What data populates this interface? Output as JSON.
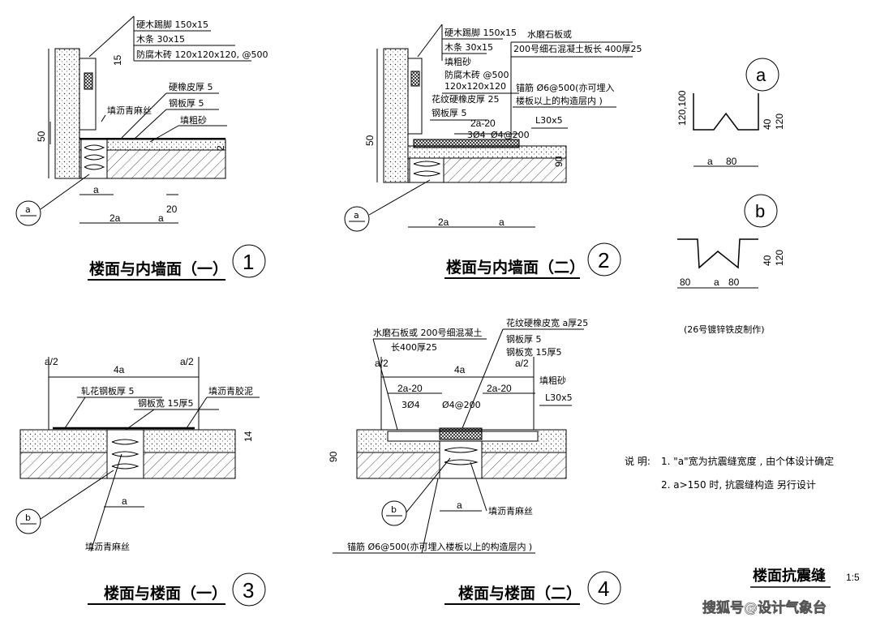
{
  "diagram1": {
    "caption": "楼面与内墙面（一）",
    "number": "1",
    "labels": {
      "skirting": "硬木踢脚 150x15",
      "strip": "木条 30x15",
      "brick": "防腐木砖 120x120x120, @500",
      "rubber": "硬橡皮厚 5",
      "steel": "钢板厚 5",
      "fill_asphalt": "填沥青麻丝",
      "coarse_sand": "填粗砂"
    },
    "dims": {
      "h15": "15",
      "h50": "50",
      "h2": "2",
      "a": "a",
      "twoA": "2a",
      "a2": "a",
      "d20": "20"
    },
    "detail_ref": "a"
  },
  "diagram2": {
    "caption": "楼面与内墙面（二）",
    "number": "2",
    "labels": {
      "skirting": "硬木踢脚 150x15",
      "strip": "木条 30x15",
      "terrazzo": "水磨石板或",
      "concrete": "200号细石混凝土板长    400厚25",
      "brick": "防腐木砖 @500",
      "brick2": "120x120x120",
      "rubber": "花纹硬橡皮厚    25",
      "steel": "钢板厚 5",
      "sand": "填粗砂",
      "anchor": "锚筋 Ø6@500(亦可埋入",
      "anchor2": "楼板以上的构造层内    )",
      "angle": "L30x5",
      "ref1": "2a-20",
      "ref2": "3Ø4",
      "ref3": "Ø4@200"
    },
    "dims": {
      "h50": "50",
      "h90": "90",
      "twoA": "2a",
      "a": "a"
    },
    "detail_ref": "a"
  },
  "detailA": {
    "letter": "a",
    "dims": {
      "h1": "120,100",
      "h2": "40",
      "h3": "120",
      "w1": "a",
      "w2": "80"
    }
  },
  "detailB": {
    "letter": "b",
    "dims": {
      "h2": "40",
      "h3": "120",
      "w1": "80",
      "w2": "a",
      "w3": "80"
    },
    "material": "(26号镀锌铁皮制作)"
  },
  "diagram3": {
    "caption": "楼面与楼面（一）",
    "number": "3",
    "labels": {
      "plate": "轧花钢板厚 5",
      "plate_w": "钢板宽    15厚5",
      "asphalt_mastic": "填沥青胶泥",
      "fill_asphalt": "填沥青麻丝"
    },
    "dims": {
      "a2L": "a/2",
      "fourA": "4a",
      "a2R": "a/2",
      "h14": "14",
      "a": "a"
    },
    "detail_ref": "b"
  },
  "diagram4": {
    "caption": "楼面与楼面（二）",
    "number": "4",
    "labels": {
      "terrazzo": "水磨石板或 200号细混凝土",
      "length": "长400厚25",
      "rubber": "花纹硬橡皮宽    a厚25",
      "steel": "钢板厚 5",
      "steel_w": "钢板宽 15厚5",
      "sand": "填粗砂",
      "angle": "L30x5",
      "fill_asphalt": "填沥青麻丝",
      "anchor": "锚筋    Ø6@500(亦可埋入楼板以上的构造层内        )",
      "r1": "2a-20",
      "r2": "2a-20",
      "r3": "3Ø4",
      "r4": "Ø4@200"
    },
    "dims": {
      "a2L": "a/2",
      "fourA": "4a",
      "a2R": "a/2",
      "h90": "90",
      "a": "a"
    },
    "detail_ref": "b"
  },
  "notes": {
    "label": "说  明:",
    "line1": "1. \"a\"宽为抗震缝宽度    , 由个体设计确定",
    "line2": "2. a>150 时, 抗震缝构造   另行设计"
  },
  "sheet": {
    "title": "楼面抗震缝",
    "scale": "1:5"
  },
  "watermark": "搜狐号@设计气象台"
}
